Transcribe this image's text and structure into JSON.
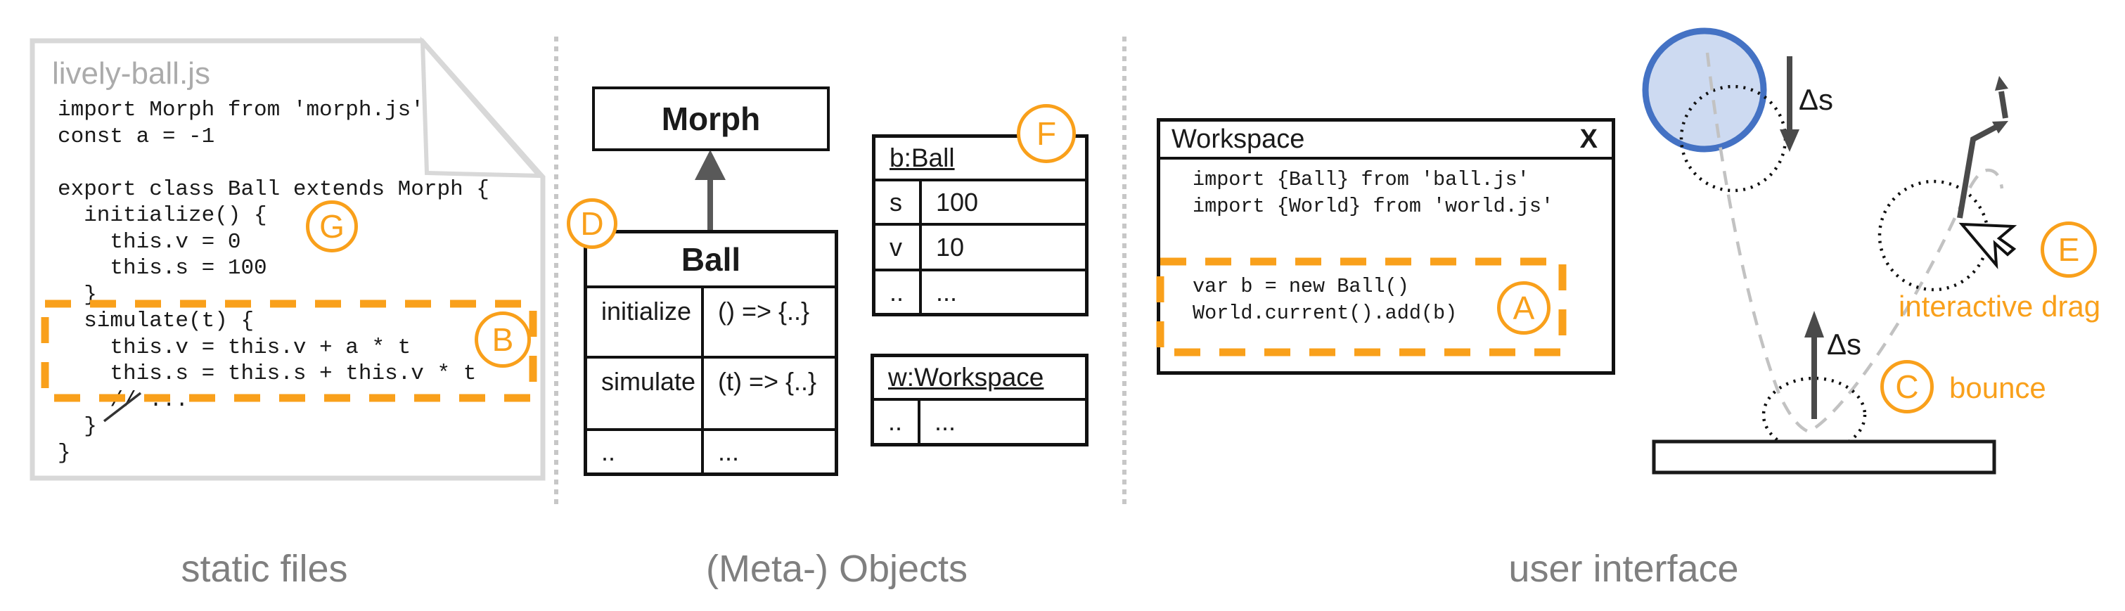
{
  "colors": {
    "accent_orange": "#F9A01B",
    "label_gray": "#7F7F7F",
    "file_border_gray": "#D8D8D8",
    "ball_fill": "#CDDAF1",
    "ball_stroke": "#4472C4",
    "arrow_dark": "#4A4A4A",
    "box_border": "#111111"
  },
  "panel_static_files": {
    "caption": "static files",
    "file_name": "lively-ball.js",
    "code": "import Morph from 'morph.js'\nconst a = -1\n\nexport class Ball extends Morph {\n  initialize() {\n    this.v = 0\n    this.s = 100\n  }\n  simulate(t) {\n    this.v = this.v + a * t\n    this.s = this.s + this.v * t\n    // ...\n  }\n}",
    "marker_g": "G",
    "marker_b": "B"
  },
  "panel_meta_objects": {
    "caption": "(Meta-) Objects",
    "superclass_box": {
      "title": "Morph"
    },
    "class_box": {
      "title": "Ball",
      "rows": [
        [
          "initialize",
          "() => {..}"
        ],
        [
          "simulate",
          "(t) => {..}"
        ],
        [
          "..",
          "..."
        ]
      ]
    },
    "instance_box": {
      "title": "b:Ball",
      "rows": [
        [
          "s",
          "100"
        ],
        [
          "v",
          "10"
        ],
        [
          "..",
          "..."
        ]
      ]
    },
    "workspace_instance_box": {
      "title": "w:Workspace",
      "rows": [
        [
          "..",
          "..."
        ]
      ]
    },
    "marker_d": "D",
    "marker_f": "F"
  },
  "panel_user_interface": {
    "caption": "user interface",
    "window": {
      "title": "Workspace",
      "close_label": "X",
      "code": "import {Ball} from 'ball.js'\nimport {World} from 'world.js'\n\n\nvar b = new Ball()\nWorld.current().add(b)"
    },
    "marker_a": "A",
    "marker_c": "C",
    "marker_e": "E",
    "bounce_label": "bounce",
    "drag_label": "interactive drag",
    "delta_s_fall": "Δs",
    "delta_s_rise": "Δs"
  }
}
